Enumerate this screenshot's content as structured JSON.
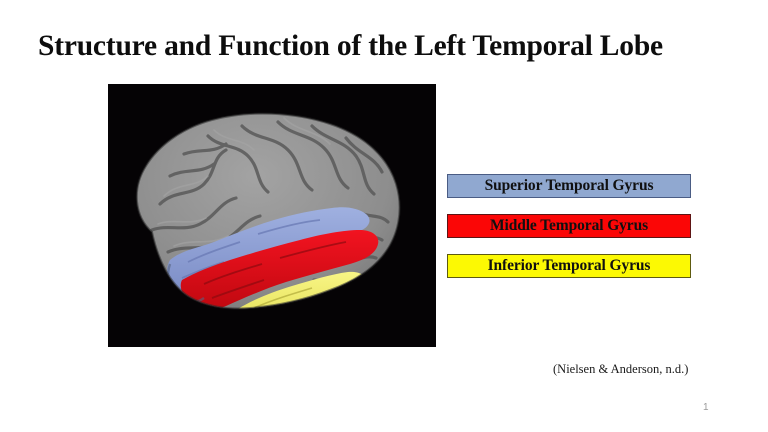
{
  "slide": {
    "title": "Structure and Function of the Left Temporal Lobe",
    "citation": "(Nielsen & Anderson, n.d.)",
    "page_number": "1",
    "background_color": "#ffffff"
  },
  "figure": {
    "name": "brain-lateral-view",
    "description": "Lateral view of left cerebral hemisphere with temporal gyri highlighted",
    "background_color": "#050305",
    "cortex_color": "#8d8d8d",
    "regions": [
      {
        "name": "superior-temporal-gyrus",
        "color": "#8c9ed6"
      },
      {
        "name": "middle-temporal-gyrus",
        "color": "#e8111c"
      },
      {
        "name": "inferior-temporal-gyrus",
        "color": "#f3f06a"
      }
    ]
  },
  "legend": {
    "items": [
      {
        "id": "superior",
        "label": "Superior Temporal Gyrus",
        "fill": "#90a8d0",
        "border": "#4a5c84",
        "text_color": "#101010"
      },
      {
        "id": "middle",
        "label": "Middle Temporal Gyrus",
        "fill": "#fb0606",
        "border": "#5d1414",
        "text_color": "#101010"
      },
      {
        "id": "inferior",
        "label": "Inferior Temporal Gyrus",
        "fill": "#fcf903",
        "border": "#5d5a10",
        "text_color": "#101010"
      }
    ]
  }
}
